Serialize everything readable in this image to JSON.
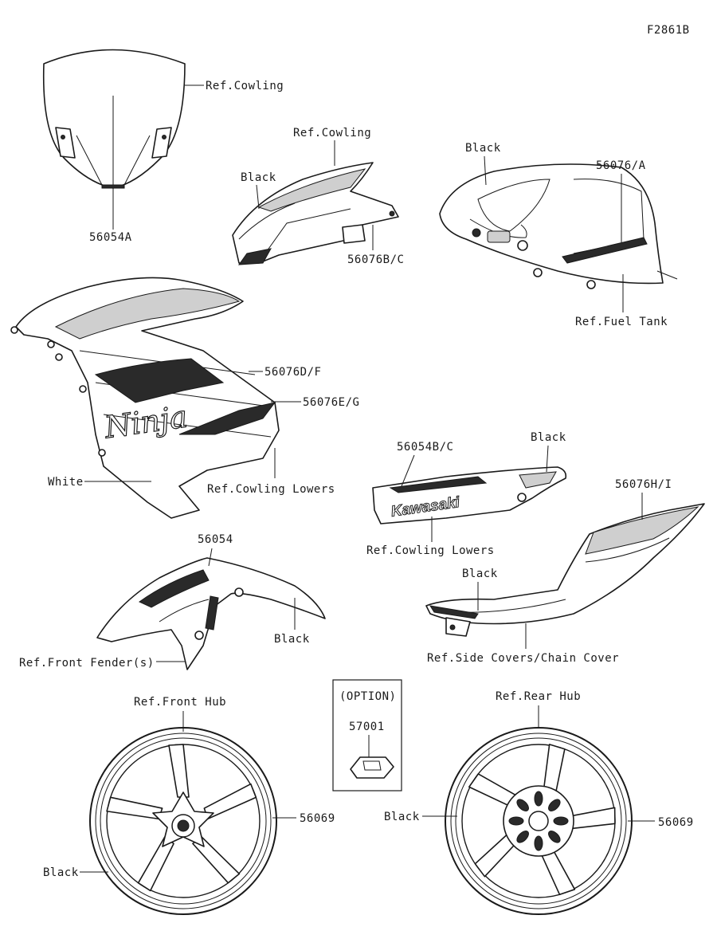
{
  "figure_id": "F2861B",
  "labels": {
    "windshield_ref": "Ref.Cowling",
    "windshield_part": "56054A",
    "upper_cowl_ref": "Ref.Cowling",
    "upper_cowl_black": "Black",
    "upper_cowl_part": "56076B/C",
    "tank_black": "Black",
    "tank_part": "56076/A",
    "tank_ref": "Ref.Fuel Tank",
    "side_cowl_part1": "56076D/F",
    "side_cowl_part2": "56076E/G",
    "side_cowl_white": "White",
    "side_cowl_ref": "Ref.Cowling Lowers",
    "lower_part": "56054B/C",
    "lower_black": "Black",
    "lower_ref": "Ref.Cowling Lowers",
    "lower_logo": "Kawasaki",
    "tail_part": "56076H/I",
    "tail_black": "Black",
    "tail_ref": "Ref.Side Covers/Chain Cover",
    "fender_part": "56054",
    "fender_black": "Black",
    "fender_ref": "Ref.Front Fender(s)",
    "option_title": "(OPTION)",
    "option_part": "57001",
    "front_hub_ref": "Ref.Front Hub",
    "front_wheel_part": "56069",
    "front_wheel_black": "Black",
    "rear_hub_ref": "Ref.Rear Hub",
    "rear_wheel_part": "56069",
    "rear_wheel_black": "Black"
  }
}
